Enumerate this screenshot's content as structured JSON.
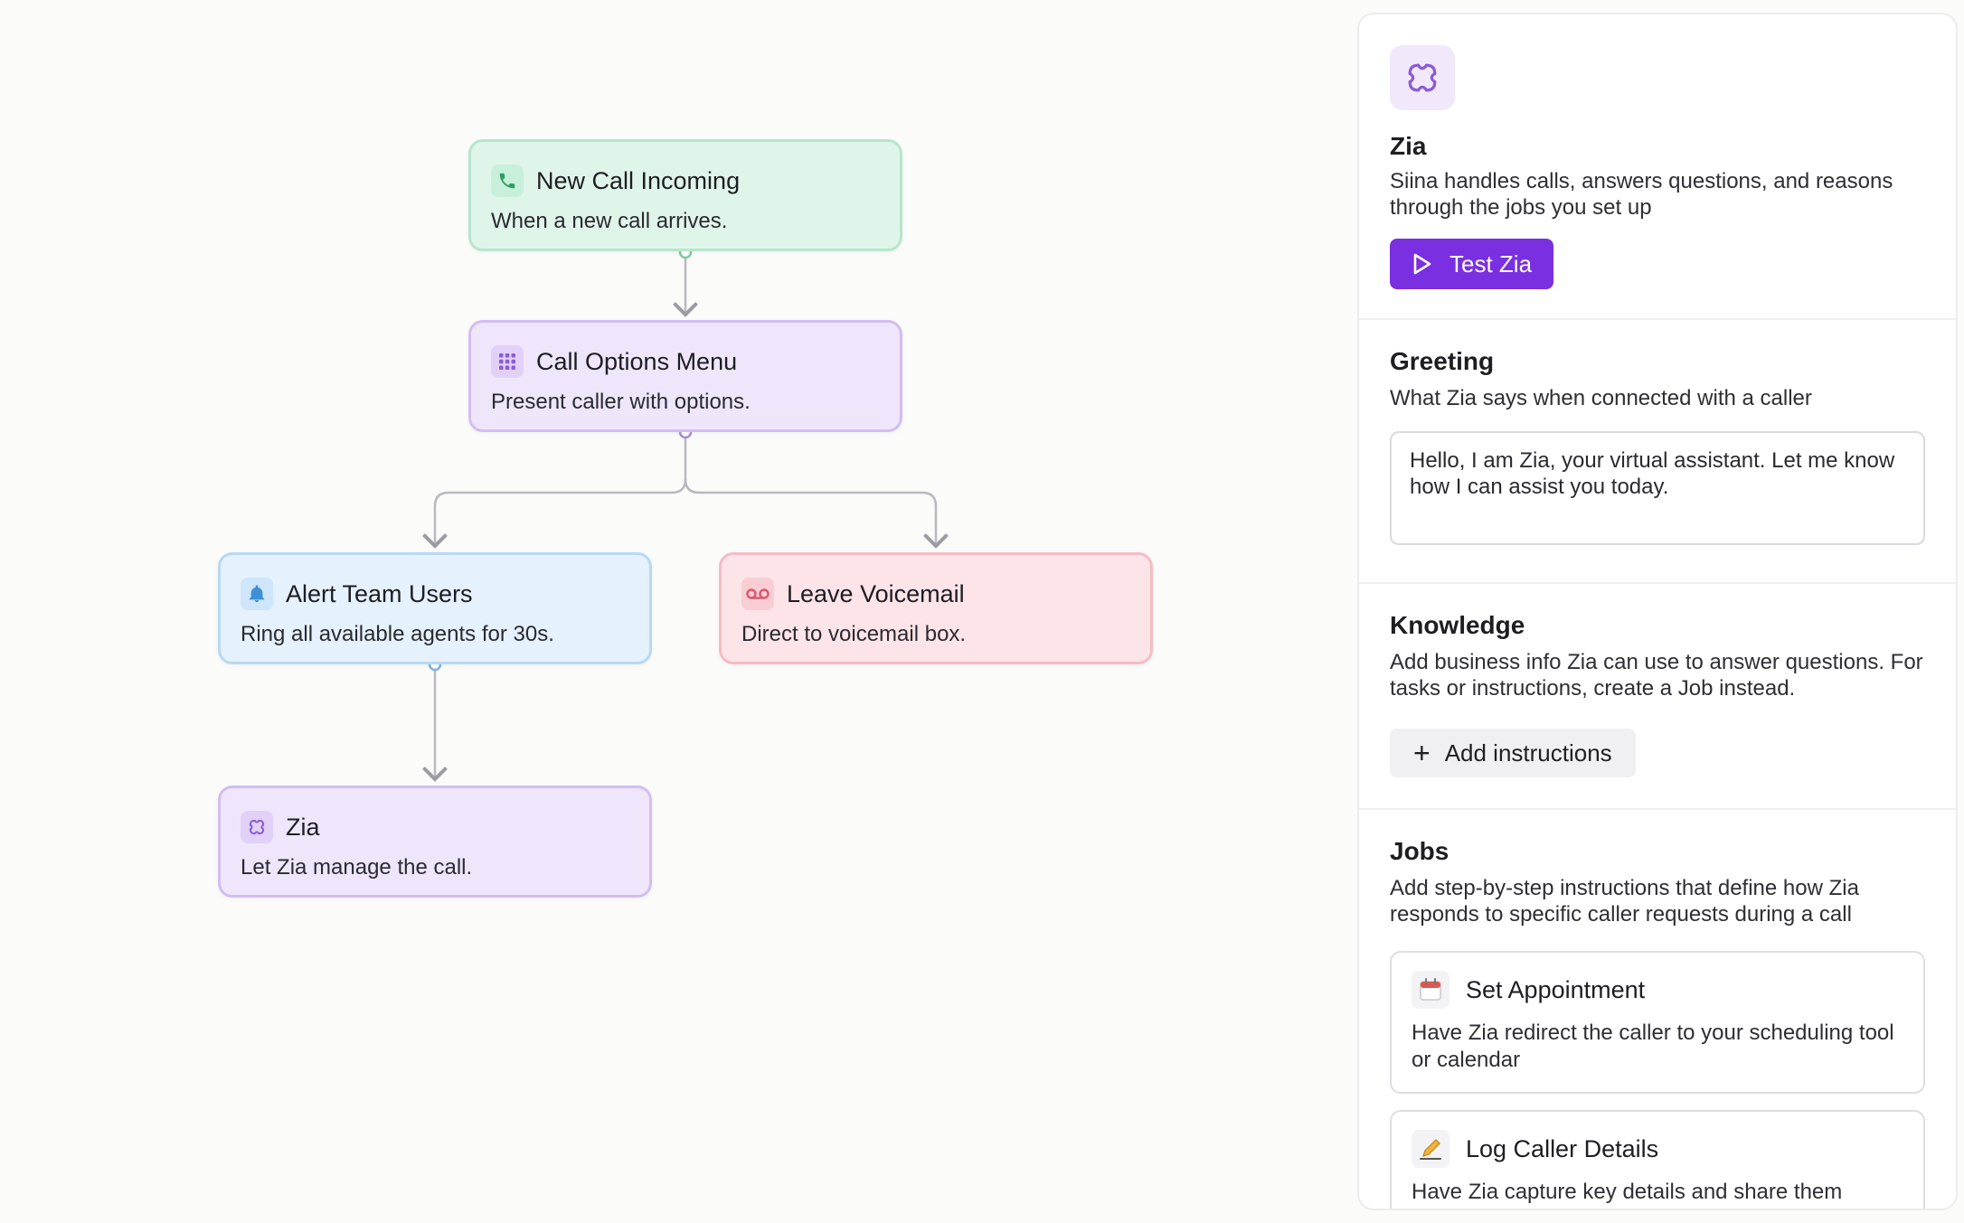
{
  "flow": {
    "nodes": [
      {
        "title": "New Call Incoming",
        "desc": "When a new call arrives.",
        "icon": "phone-icon"
      },
      {
        "title": "Call Options Menu",
        "desc": "Present caller with options.",
        "icon": "grid-icon"
      },
      {
        "title": "Alert Team Users",
        "desc": "Ring all available agents for 30s.",
        "icon": "bell-icon"
      },
      {
        "title": "Leave Voicemail",
        "desc": "Direct to voicemail box.",
        "icon": "voicemail-icon"
      },
      {
        "title": "Zia",
        "desc": "Let Zia manage the call.",
        "icon": "zia-logo-icon"
      }
    ]
  },
  "panel": {
    "agent": {
      "name": "Zia",
      "description": "Siina handles calls, answers questions, and reasons through the jobs you set up",
      "test_button": "Test Zia"
    },
    "greeting": {
      "title": "Greeting",
      "subtitle": "What Zia says when connected with a caller",
      "value": "Hello, I am Zia, your virtual assistant. Let me know how I can assist you today."
    },
    "knowledge": {
      "title": "Knowledge",
      "subtitle": "Add business info Zia can use to answer questions. For tasks or instructions, create a Job instead.",
      "add_button": "Add instructions"
    },
    "jobs": {
      "title": "Jobs",
      "subtitle": "Add step-by-step instructions that define how Zia responds to specific caller requests during a call",
      "items": [
        {
          "title": "Set Appointment",
          "desc": "Have Zia redirect the caller to your scheduling tool or calendar",
          "icon": "calendar-icon"
        },
        {
          "title": "Log Caller Details",
          "desc": "Have Zia capture key details and share them",
          "icon": "pencil-icon"
        }
      ]
    }
  },
  "colors": {
    "accent": "#7a2fe0",
    "green_node": "#e0f5ea",
    "purple_node": "#efe6fb",
    "blue_node": "#e5f1fc",
    "red_node": "#fde4e8"
  }
}
